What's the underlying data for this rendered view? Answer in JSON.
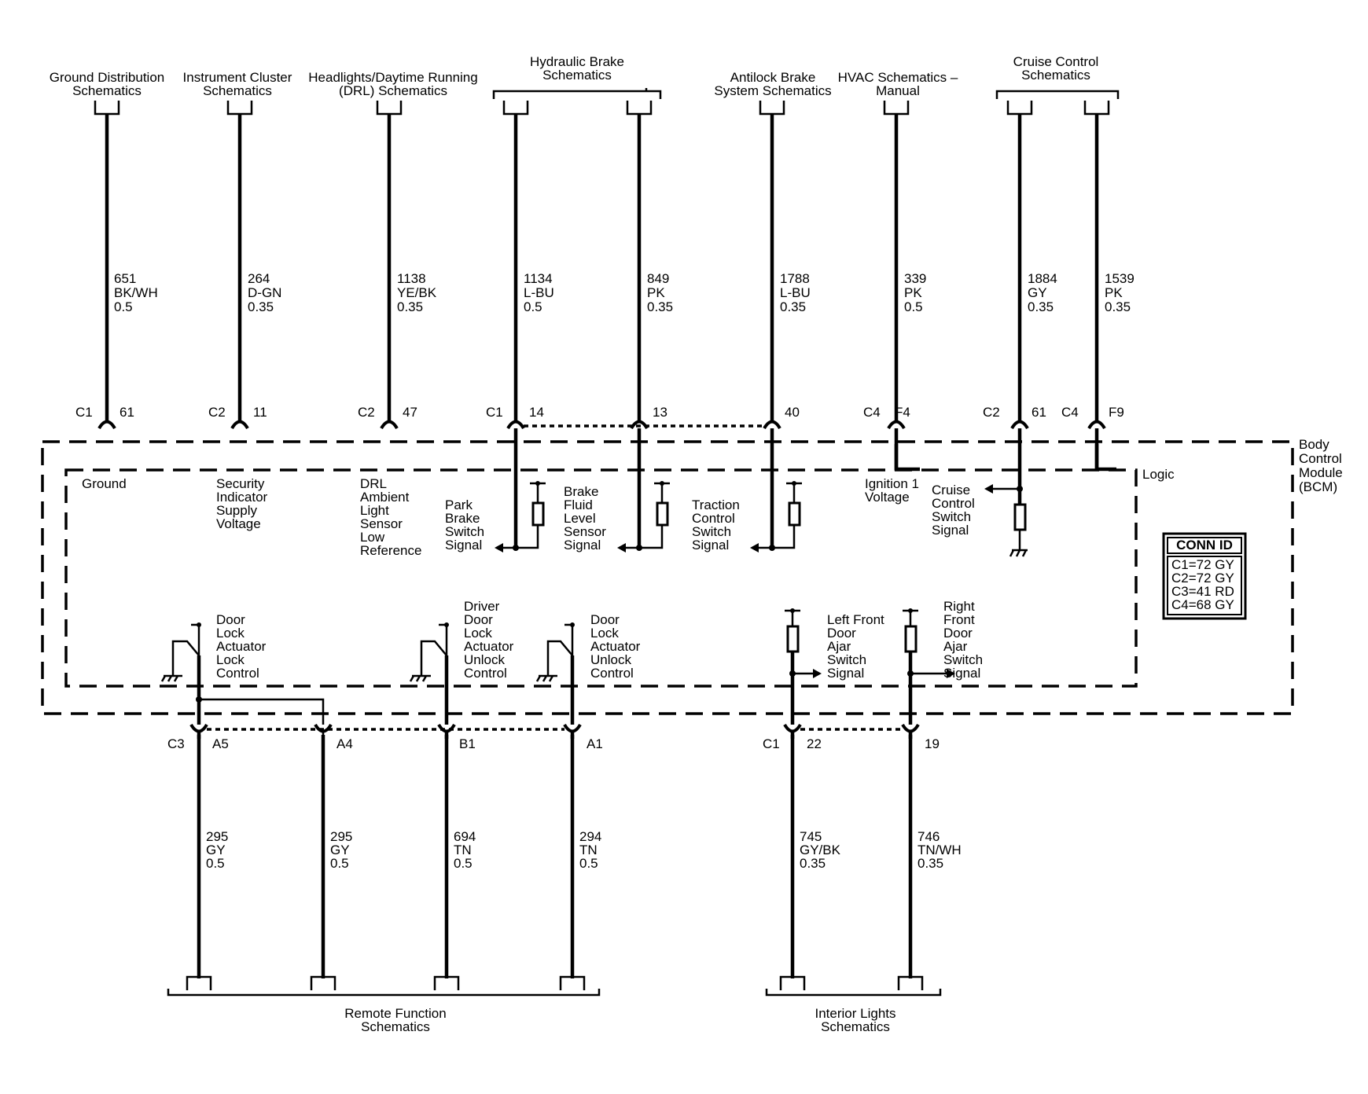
{
  "top_refs": {
    "ground": [
      "Ground Distribution",
      "Schematics"
    ],
    "cluster": [
      "Instrument Cluster",
      "Schematics"
    ],
    "headlights": [
      "Headlights/Daytime Running",
      "(DRL) Schematics"
    ],
    "hydraulic": [
      "Hydraulic Brake",
      "Schematics"
    ],
    "antilock": [
      "Antilock Brake",
      "System Schematics"
    ],
    "hvac": [
      "HVAC Schematics –",
      "Manual"
    ],
    "cruise": [
      "Cruise Control",
      "Schematics"
    ]
  },
  "top_wires": [
    {
      "circuit": "651",
      "color": "BK/WH",
      "size": "0.5",
      "conn": "C1",
      "pin": "61"
    },
    {
      "circuit": "264",
      "color": "D-GN",
      "size": "0.35",
      "conn": "C2",
      "pin": "11"
    },
    {
      "circuit": "1138",
      "color": "YE/BK",
      "size": "0.35",
      "conn": "C2",
      "pin": "47"
    },
    {
      "circuit": "1134",
      "color": "L-BU",
      "size": "0.5",
      "conn": "C1",
      "pin": "14"
    },
    {
      "circuit": "849",
      "color": "PK",
      "size": "0.35",
      "conn": "",
      "pin": "13"
    },
    {
      "circuit": "1788",
      "color": "L-BU",
      "size": "0.35",
      "conn": "",
      "pin": "40"
    },
    {
      "circuit": "339",
      "color": "PK",
      "size": "0.5",
      "conn": "C4",
      "pin": "F4"
    },
    {
      "circuit": "1884",
      "color": "GY",
      "size": "0.35",
      "conn": "C2",
      "pin": "61"
    },
    {
      "circuit": "1539",
      "color": "PK",
      "size": "0.35",
      "conn": "C4",
      "pin": "F9"
    }
  ],
  "module": {
    "name": [
      "Body",
      "Control",
      "Module",
      "(BCM)"
    ],
    "logic": "Logic"
  },
  "internal": {
    "ground": [
      "Ground"
    ],
    "security": [
      "Security",
      "Indicator",
      "Supply",
      "Voltage"
    ],
    "drl": [
      "DRL",
      "Ambient",
      "Light",
      "Sensor",
      "Low",
      "Reference"
    ],
    "park": [
      "Park",
      "Brake",
      "Switch",
      "Signal"
    ],
    "fluid": [
      "Brake",
      "Fluid",
      "Level",
      "Sensor",
      "Signal"
    ],
    "traction": [
      "Traction",
      "Control",
      "Switch",
      "Signal"
    ],
    "ignition": [
      "Ignition 1",
      "Voltage"
    ],
    "cruise": [
      "Cruise",
      "Control",
      "Switch",
      "Signal"
    ],
    "lock": [
      "Door",
      "Lock",
      "Actuator",
      "Lock",
      "Control"
    ],
    "driver_unlock": [
      "Driver",
      "Door",
      "Lock",
      "Actuator",
      "Unlock",
      "Control"
    ],
    "unlock": [
      "Door",
      "Lock",
      "Actuator",
      "Unlock",
      "Control"
    ],
    "lf_ajar": [
      "Left Front",
      "Door",
      "Ajar",
      "Switch",
      "Signal"
    ],
    "rf_ajar": [
      "Right",
      "Front",
      "Door",
      "Ajar",
      "Switch",
      "Signal"
    ]
  },
  "conn_id": {
    "title": "CONN ID",
    "rows": [
      "C1=72 GY",
      "C2=72 GY",
      "C3=41 RD",
      "C4=68 GY"
    ]
  },
  "bottom_wires": [
    {
      "circuit": "295",
      "color": "GY",
      "size": "0.5",
      "conn": "C3",
      "pin": "A5"
    },
    {
      "circuit": "295",
      "color": "GY",
      "size": "0.5",
      "conn": "",
      "pin": "A4"
    },
    {
      "circuit": "694",
      "color": "TN",
      "size": "0.5",
      "conn": "",
      "pin": "B1"
    },
    {
      "circuit": "294",
      "color": "TN",
      "size": "0.5",
      "conn": "",
      "pin": "A1"
    },
    {
      "circuit": "745",
      "color": "GY/BK",
      "size": "0.35",
      "conn": "C1",
      "pin": "22"
    },
    {
      "circuit": "746",
      "color": "TN/WH",
      "size": "0.35",
      "conn": "",
      "pin": "19"
    }
  ],
  "bottom_refs": {
    "remote": [
      "Remote Function",
      "Schematics"
    ],
    "interior": [
      "Interior Lights",
      "Schematics"
    ]
  }
}
